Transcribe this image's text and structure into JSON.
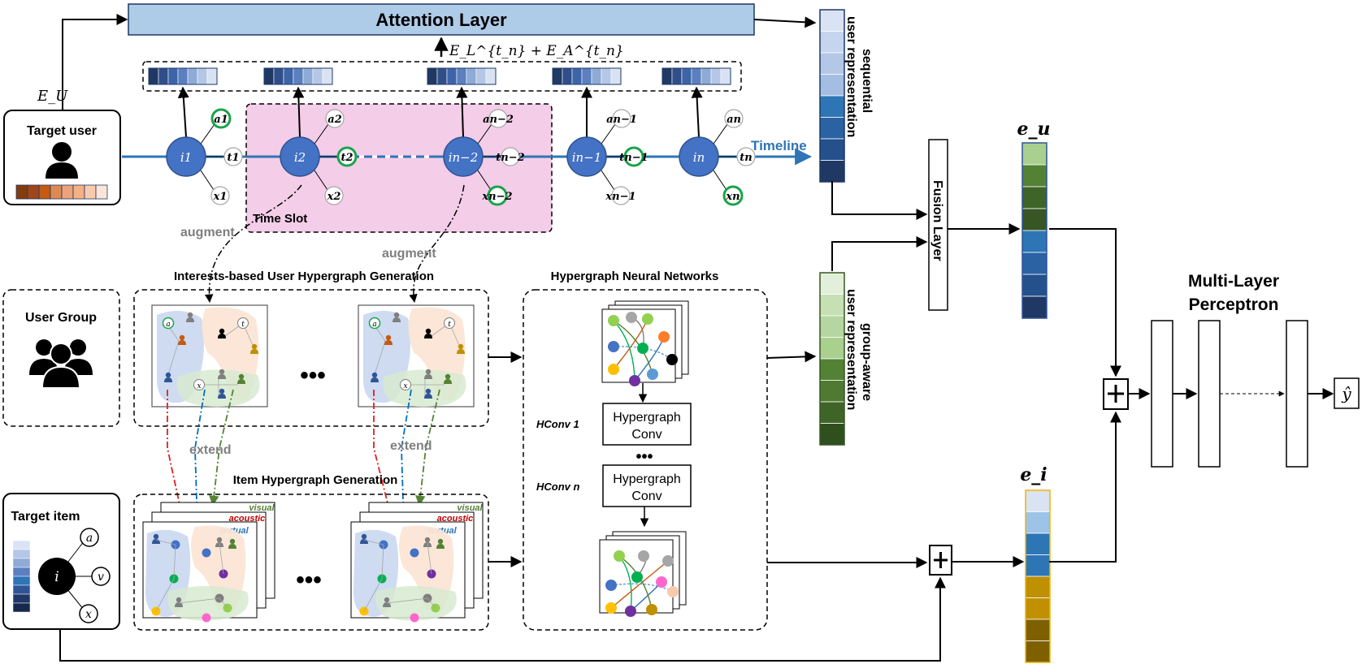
{
  "attention_layer": "Attention Layer",
  "attention_input_label": "E_L^{t_n} + E_A^{t_n}",
  "eu_label": "E_U",
  "target_user": "Target user",
  "user_group": "User Group",
  "target_item": "Target item",
  "timeline": "Timeline",
  "time_slot": "Time Slot",
  "augment": "augment",
  "extend": "extend",
  "interest_gen_title": "Interests-based User Hypergraph Generation",
  "item_gen_title": "Item Hypergraph Generation",
  "hnn_title": "Hypergraph Neural Networks",
  "hconv1": "HConv 1",
  "hconvn": "HConv n",
  "hypergraph_conv_line1": "Hypergraph",
  "hypergraph_conv_line2": "Conv",
  "sequential_rep_line1": "sequential",
  "sequential_rep_line2": "user representation",
  "group_rep_line1": "group-aware",
  "group_rep_line2": "user representation",
  "fusion_layer": "Fusion Layer",
  "mlp_line1": "Multi-Layer",
  "mlp_line2": "Perceptron",
  "eu_vec": "e_u",
  "ei_vec": "e_i",
  "yhat": "ŷ",
  "ellipsis": "•••",
  "modality": {
    "visual": "visual",
    "acoustic": "acoustic",
    "textual": "textual"
  },
  "item_nodes": [
    "i1",
    "i2",
    "in−2",
    "in−1",
    "in"
  ],
  "a_nodes": [
    "a1",
    "a2",
    "an−2",
    "an−1",
    "an"
  ],
  "t_nodes": [
    "t1",
    "t2",
    "tn−2",
    "tn−1",
    "tn"
  ],
  "x_nodes": [
    "x1",
    "x2",
    "xn−2",
    "xn−1",
    "xn"
  ],
  "target_item_nodes": {
    "center": "i",
    "a": "a",
    "v": "v",
    "x": "x"
  },
  "small_graph_nodes": {
    "a": "a",
    "t": "t",
    "x": "x"
  },
  "colors": {
    "attention_fill": "#aecbe8",
    "node_blue": "#4472c4",
    "highlight_green": "#1aa34a",
    "time_slot_fill": "#f4cde8",
    "timeline_blue": "#2e75b6",
    "gray_text": "#7f7f7f",
    "mlp_red": "#c00000",
    "ei_border": "#f0b400"
  }
}
